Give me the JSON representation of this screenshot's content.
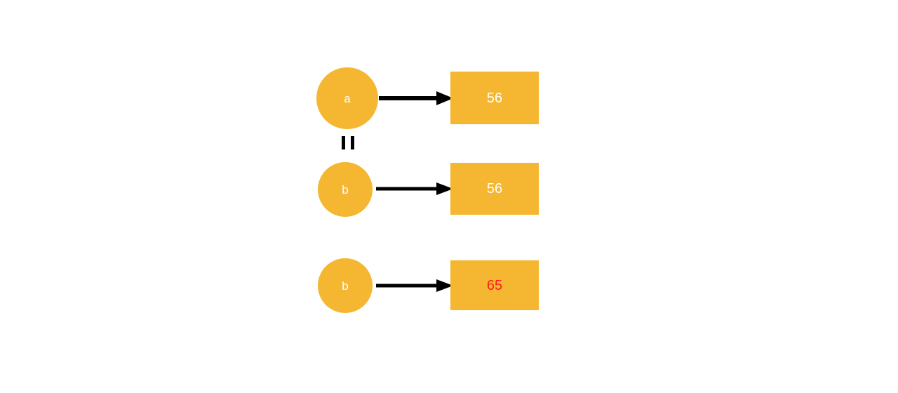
{
  "diagram": {
    "title": "variable-aliasing-comparison",
    "background_color": "#ffffff",
    "node_fill_color": "#f5b731",
    "box_fill_color": "#f5b731",
    "normal_text_color": "#ffffff",
    "highlight_text_color": "#fa2020",
    "arrow_color": "#000000",
    "equals_symbol": "=",
    "rows": [
      {
        "id": "row-a-56",
        "variable_label": "a",
        "value_label": "56",
        "highlighted": false,
        "arrow_name": "arrow-a-to-56"
      },
      {
        "id": "row-b-56",
        "variable_label": "b",
        "value_label": "56",
        "highlighted": false,
        "arrow_name": "arrow-b-to-56"
      },
      {
        "id": "row-b-65",
        "variable_label": "b",
        "value_label": "65",
        "highlighted": true,
        "arrow_name": "arrow-b-to-65"
      }
    ],
    "equality": {
      "between": [
        "row-a-56",
        "row-b-56"
      ],
      "bars": 2
    }
  }
}
